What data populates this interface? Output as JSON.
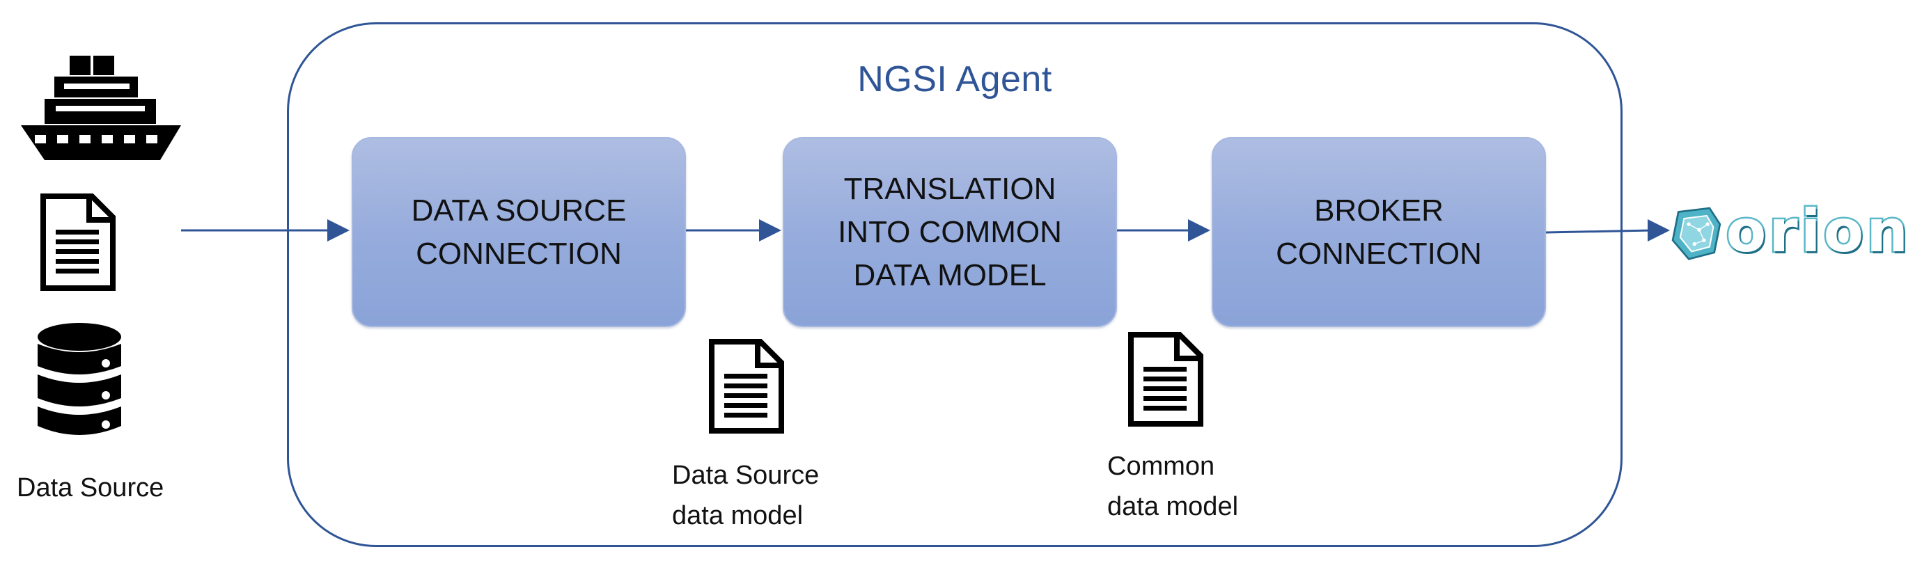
{
  "agent": {
    "title": "NGSI Agent"
  },
  "stages": [
    {
      "label": "DATA SOURCE\nCONNECTION"
    },
    {
      "label": "TRANSLATION\nINTO COMMON\nDATA MODEL"
    },
    {
      "label": "BROKER\nCONNECTION"
    }
  ],
  "source": {
    "caption": "Data Source",
    "icons": [
      "ship-icon",
      "document-icon",
      "database-icon"
    ]
  },
  "intermediate": {
    "data_source_model": "Data Source\ndata model",
    "common_model": "Common\ndata model"
  },
  "target": {
    "logo_text": "orion"
  },
  "colors": {
    "frame": "#2F5597",
    "stage_fill": "#95ABDC",
    "arrow": "#2F5597",
    "logo": "#5BB7C8"
  }
}
